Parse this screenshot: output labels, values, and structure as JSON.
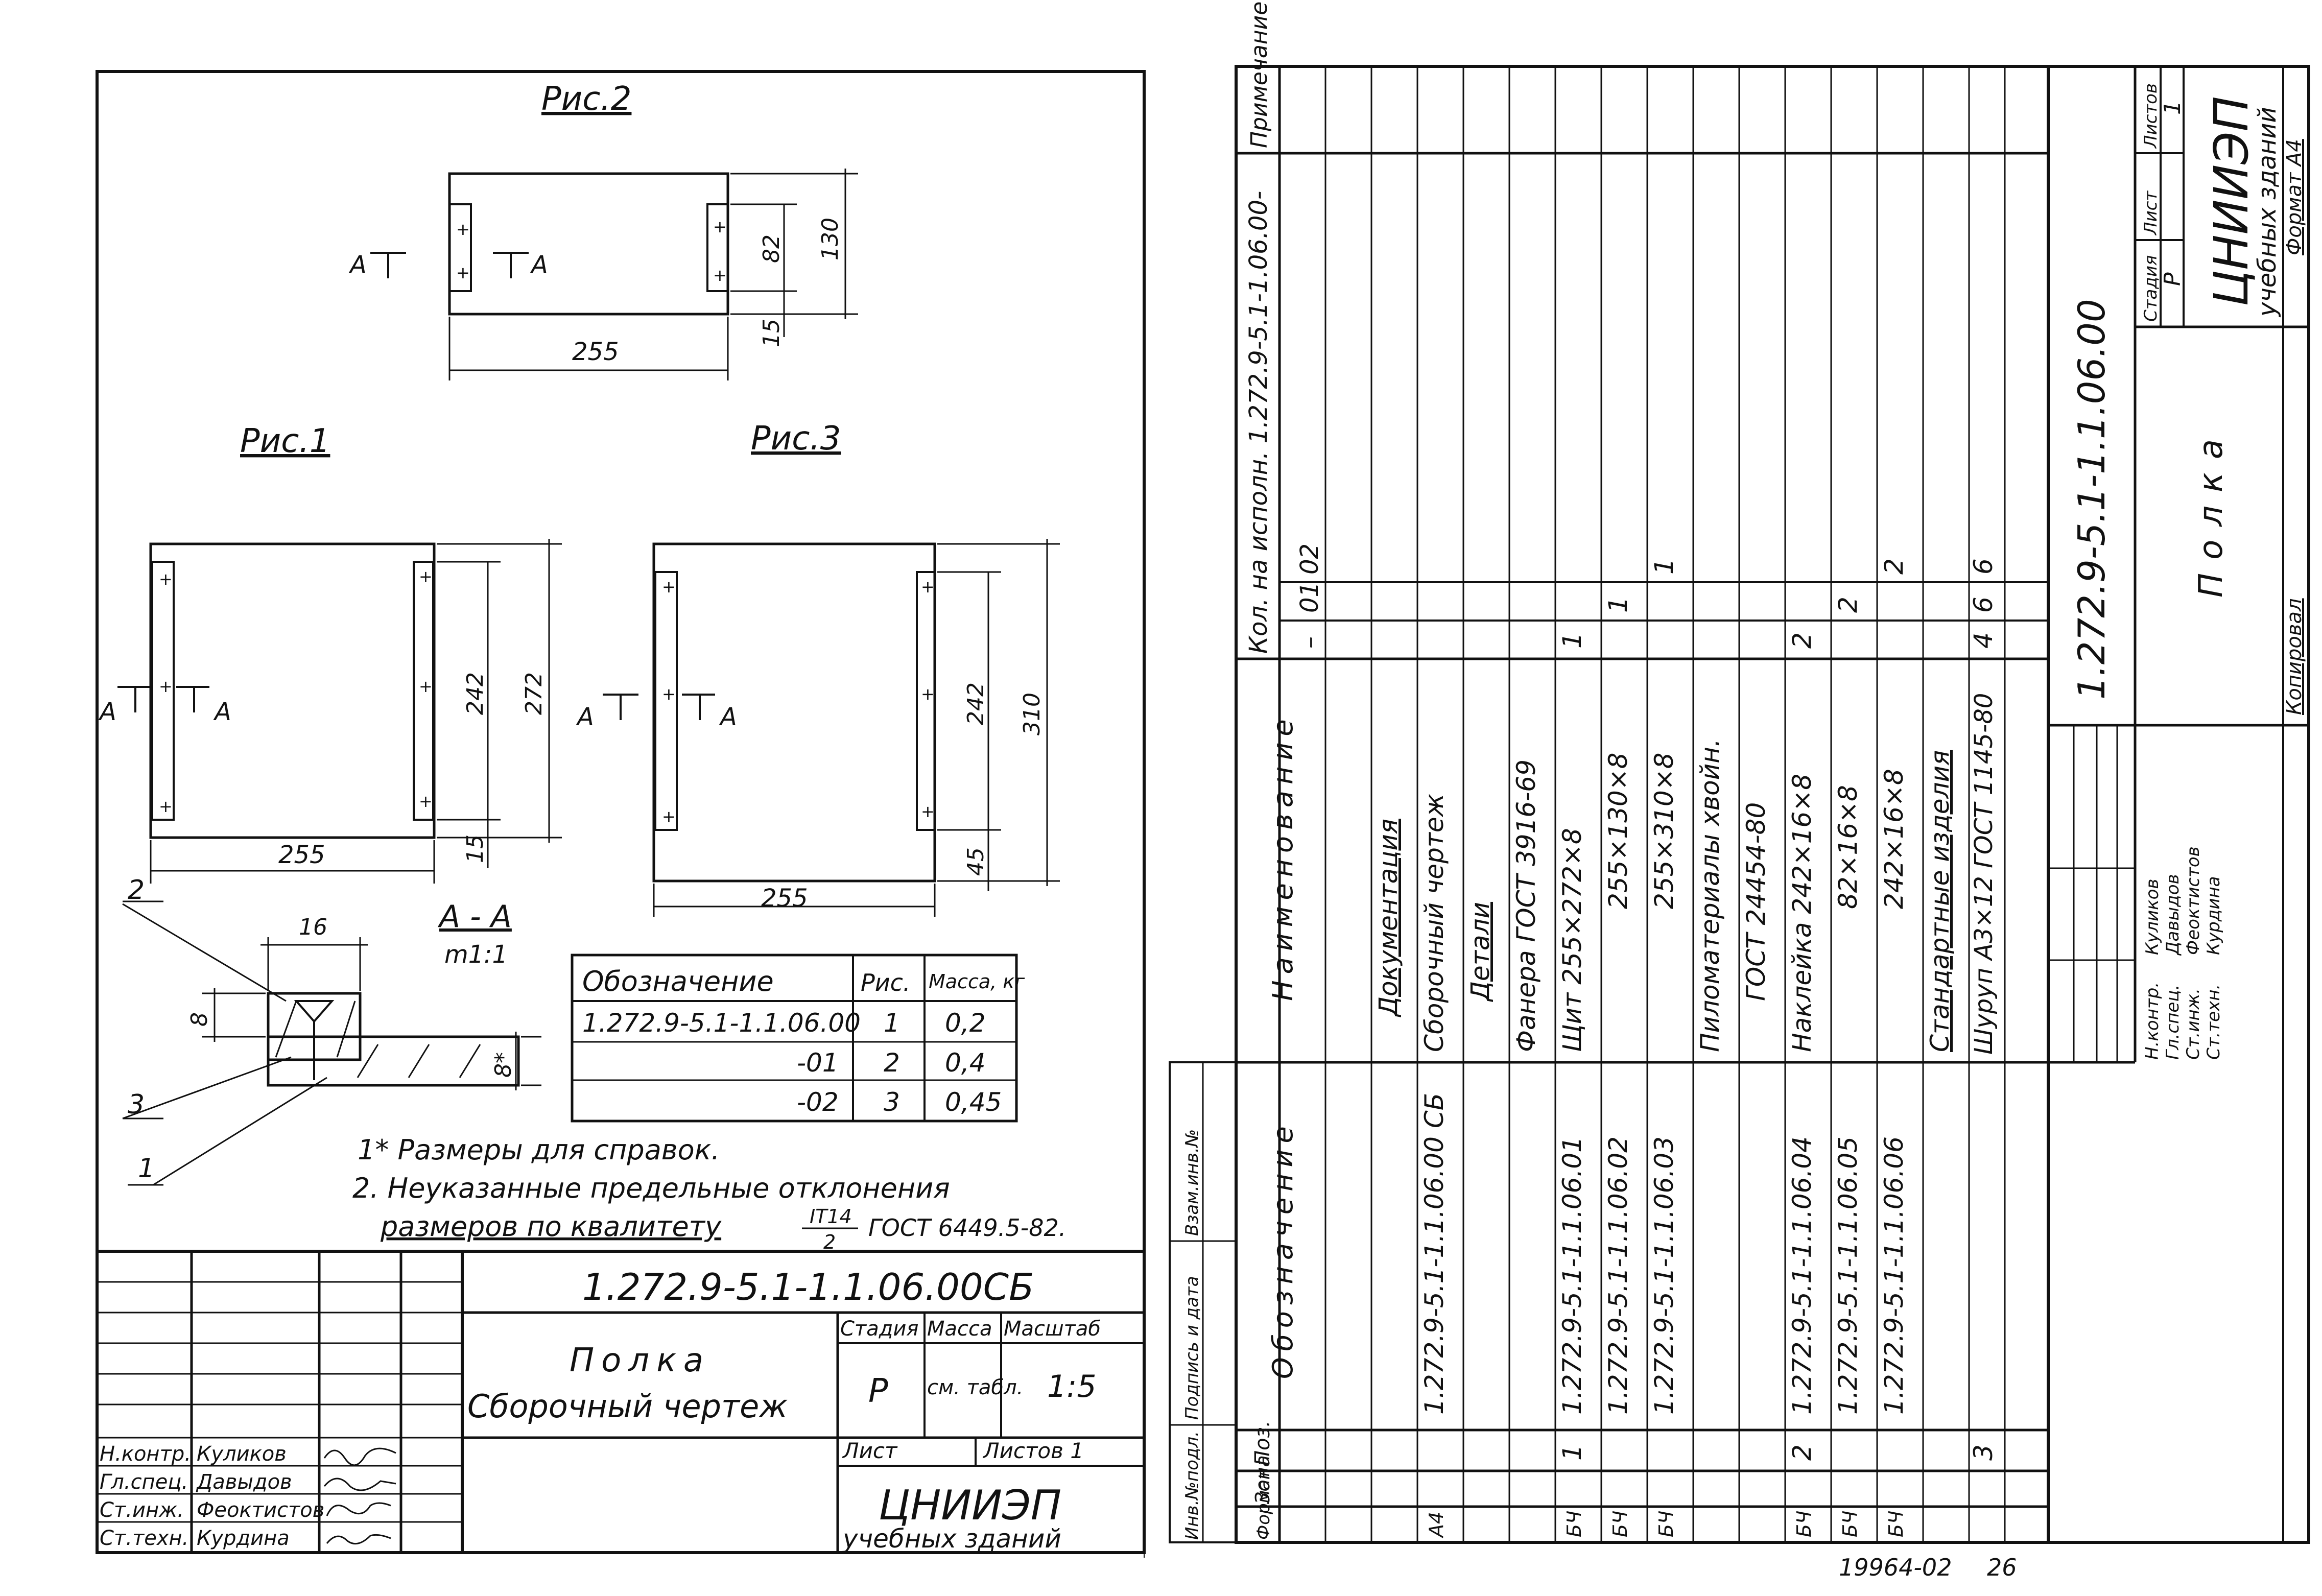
{
  "left_sheet": {
    "figures": {
      "fig1": "Рис.1",
      "fig2": "Рис.2",
      "fig3": "Рис.3",
      "section_label": "A - A",
      "section_scale": "m1:1",
      "section_mark": "A",
      "callouts": [
        "1",
        "2",
        "3"
      ]
    },
    "dimensions": {
      "fig2": [
        "255",
        "82",
        "130",
        "15"
      ],
      "fig1": [
        "255",
        "242",
        "272",
        "15"
      ],
      "fig3": [
        "255",
        "242",
        "310",
        "45"
      ],
      "section": [
        "16",
        "8",
        "8*"
      ]
    },
    "variants_table": {
      "headers": [
        "Обозначение",
        "Рис.",
        "Масса, кг"
      ],
      "rows": [
        [
          "1.272.9-5.1-1.1.06.00",
          "1",
          "0,2"
        ],
        [
          "-01",
          "2",
          "0,4"
        ],
        [
          "-02",
          "3",
          "0,45"
        ]
      ]
    },
    "notes": [
      "1* Размеры для справок.",
      "2. Неуказанные предельные отклонения",
      "размеров по квалитету",
      "ГОСТ 6449.5-82."
    ],
    "tolerance": {
      "numerator": "IT14",
      "denominator": "2"
    },
    "title_block": {
      "designation": "1.272.9-5.1-1.1.06.00СБ",
      "name_line1": "Полка",
      "name_line2": "Сборочный чертеж",
      "stage_label": "Стадия",
      "mass_label": "Масса",
      "scale_label": "Масштаб",
      "stage": "Р",
      "mass": "см. табл.",
      "scale": "1:5",
      "sheet_label": "Лист",
      "sheets_label": "Листов 1",
      "org": "ЦНИИЭП",
      "org_sub": "учебных зданий",
      "signers": [
        {
          "role": "Н.контр.",
          "name": "Куликов"
        },
        {
          "role": "Гл.спец.",
          "name": "Давыдов"
        },
        {
          "role": "Ст.инж.",
          "name": "Феоктистов"
        },
        {
          "role": "Ст.техн.",
          "name": "Курдина"
        }
      ]
    }
  },
  "right_sheet": {
    "margin_labels": [
      "Инв.№подл.",
      "Подпись и дата",
      "Взам.инв.№"
    ],
    "spec_headers": {
      "format": "Формат",
      "zone": "Зона",
      "pos": "Поз.",
      "designation": "Обозначение",
      "name": "Наименование",
      "qty": "Кол. на исполн. 1.272.9-5.1-1.06.00-",
      "note": "Примечание",
      "variants": [
        "–",
        "01",
        "02"
      ]
    },
    "spec_rows": [
      {
        "format": "",
        "pos": "",
        "designation": "",
        "name": "",
        "q0": "",
        "q1": "",
        "q2": ""
      },
      {
        "format": "",
        "pos": "",
        "designation": "",
        "name": "Документация",
        "q0": "",
        "q1": "",
        "q2": ""
      },
      {
        "format": "А4",
        "pos": "",
        "designation": "1.272.9-5.1-1.1.06.00 СБ",
        "name": "Сборочный чертеж",
        "q0": "",
        "q1": "",
        "q2": ""
      },
      {
        "format": "",
        "pos": "",
        "designation": "",
        "name": "Детали",
        "q0": "",
        "q1": "",
        "q2": ""
      },
      {
        "format": "",
        "pos": "",
        "designation": "",
        "name": "Фанера ГОСТ 3916-69",
        "q0": "",
        "q1": "",
        "q2": ""
      },
      {
        "format": "БЧ",
        "pos": "1",
        "designation": "1.272.9-5.1-1.1.06.01",
        "name": "Щит 255×272×8",
        "q0": "1",
        "q1": "",
        "q2": ""
      },
      {
        "format": "БЧ",
        "pos": "",
        "designation": "1.272.9-5.1-1.1.06.02",
        "name": "255×130×8",
        "q0": "",
        "q1": "1",
        "q2": ""
      },
      {
        "format": "БЧ",
        "pos": "",
        "designation": "1.272.9-5.1-1.1.06.03",
        "name": "255×310×8",
        "q0": "",
        "q1": "",
        "q2": "1"
      },
      {
        "format": "",
        "pos": "",
        "designation": "",
        "name": "Пиломатериалы хвойн.",
        "q0": "",
        "q1": "",
        "q2": ""
      },
      {
        "format": "",
        "pos": "",
        "designation": "",
        "name": "ГОСТ 24454-80",
        "q0": "",
        "q1": "",
        "q2": ""
      },
      {
        "format": "БЧ",
        "pos": "2",
        "designation": "1.272.9-5.1-1.1.06.04",
        "name": "Наклейка 242×16×8",
        "q0": "2",
        "q1": "",
        "q2": ""
      },
      {
        "format": "БЧ",
        "pos": "",
        "designation": "1.272.9-5.1-1.1.06.05",
        "name": "82×16×8",
        "q0": "",
        "q1": "2",
        "q2": ""
      },
      {
        "format": "БЧ",
        "pos": "",
        "designation": "1.272.9-5.1-1.1.06.06",
        "name": "242×16×8",
        "q0": "",
        "q1": "",
        "q2": "2"
      },
      {
        "format": "",
        "pos": "",
        "designation": "",
        "name": "Стандартные изделия",
        "q0": "",
        "q1": "",
        "q2": ""
      },
      {
        "format": "",
        "pos": "3",
        "designation": "",
        "name": "Шуруп А3×12 ГОСТ 1145-80",
        "q0": "4",
        "q1": "6",
        "q2": "6"
      },
      {
        "format": "",
        "pos": "",
        "designation": "",
        "name": "",
        "q0": "",
        "q1": "",
        "q2": ""
      }
    ],
    "title_block": {
      "designation": "1.272.9-5.1-1.1.06.00",
      "name": "Полка",
      "stage_label": "Стадия",
      "sheet_label": "Лист",
      "sheets_label": "Листов",
      "stage": "Р",
      "sheet_no": "",
      "sheets_total": "1",
      "org": "ЦНИИЭП",
      "org_sub": "учебных зданий",
      "copied": "Копировал",
      "format": "Формат А4",
      "signers": [
        {
          "role": "Н.контр.",
          "name": "Куликов"
        },
        {
          "role": "Гл.спец.",
          "name": "Давыдов"
        },
        {
          "role": "Ст.инж.",
          "name": "Феоктистов"
        },
        {
          "role": "Ст.техн.",
          "name": "Курдина"
        }
      ]
    },
    "footer": {
      "code": "19964-02",
      "page": "26"
    }
  }
}
